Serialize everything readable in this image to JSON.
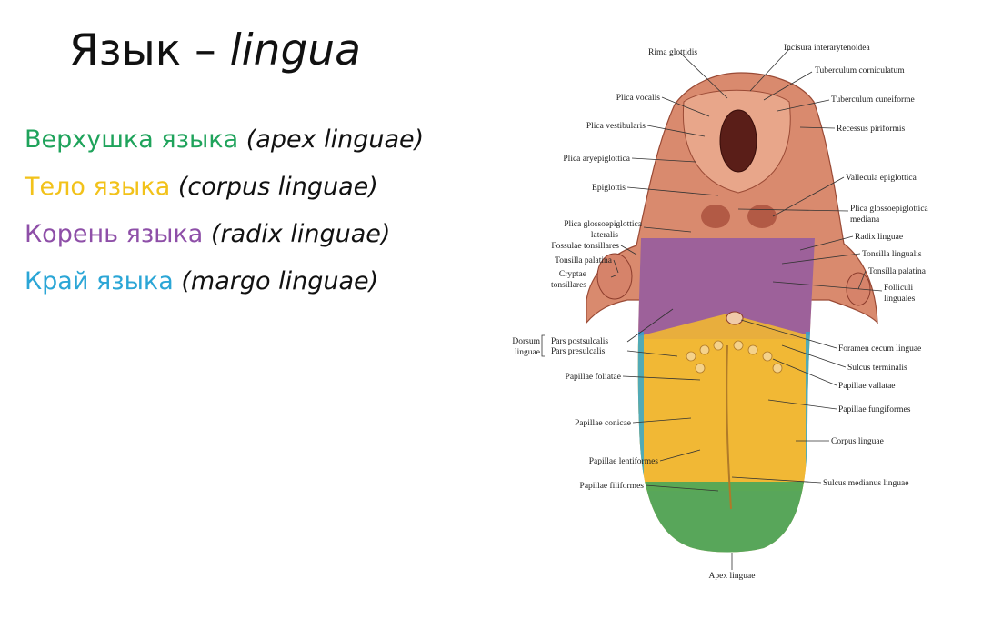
{
  "title": {
    "ru": "Язык",
    "dash": "–",
    "lat": "lingua"
  },
  "legend": [
    {
      "ru": "Верхушка языка",
      "lat": "(apex linguae)",
      "color": "#1fa35b"
    },
    {
      "ru": "Тело языка",
      "lat": "(corpus linguae)",
      "color": "#f2c21a"
    },
    {
      "ru": "Корень языка",
      "lat": "(radix linguae)",
      "color": "#8e4fa8"
    },
    {
      "ru": "Край языка",
      "lat": "(margo linguae)",
      "color": "#2ba6d6"
    }
  ],
  "labels": {
    "rima_glottidis": "Rima glottidis",
    "incisura": "Incisura interarytenoidea",
    "tuberculum_corniculatum": "Tuberculum corniculatum",
    "tuberculum_cuneiforme": "Tuberculum cuneiforme",
    "recessus_piriformis": "Recessus piriformis",
    "vallecula": "Vallecula epiglottica",
    "plica_glossoepiglottica_mediana_1": "Plica glossoepiglottica",
    "plica_glossoepiglottica_mediana_2": "mediana",
    "radix_linguae": "Radix linguae",
    "tonsilla_lingualis": "Tonsilla lingualis",
    "tonsilla_palatina_r": "Tonsilla palatina",
    "folliculi_1": "Folliculi",
    "folliculi_2": "linguales",
    "foramen": "Foramen cecum linguae",
    "sulcus_terminalis": "Sulcus terminalis",
    "papillae_vallatae": "Papillae vallatae",
    "papillae_fungiformes": "Papillae fungiformes",
    "corpus_linguae": "Corpus linguae",
    "sulcus_medianus": "Sulcus medianus linguae",
    "plica_vocalis": "Plica vocalis",
    "plica_vestibularis": "Plica vestibularis",
    "plica_aryepiglottica": "Plica aryepiglottica",
    "epiglottis": "Epiglottis",
    "plica_glossoepiglottica_lateralis_1": "Plica glossoepiglottica",
    "plica_glossoepiglottica_lateralis_2": "lateralis",
    "fossulae": "Fossulae tonsillares",
    "tonsilla_palatina_l": "Tonsilla palatina",
    "cryptae_1": "Cryptae",
    "cryptae_2": "tonsillares",
    "dorsum_1": "Dorsum",
    "dorsum_2": "linguae",
    "pars_postsulcalis": "Pars postsulcalis",
    "pars_presulcalis": "Pars presulcalis",
    "papillae_foliatae": "Papillae foliatae",
    "papillae_conicae": "Papillae conicae",
    "papillae_lentiformes": "Papillae lentiformes",
    "papillae_filiformes": "Papillae filiformes",
    "apex_linguae": "Apex linguae"
  }
}
